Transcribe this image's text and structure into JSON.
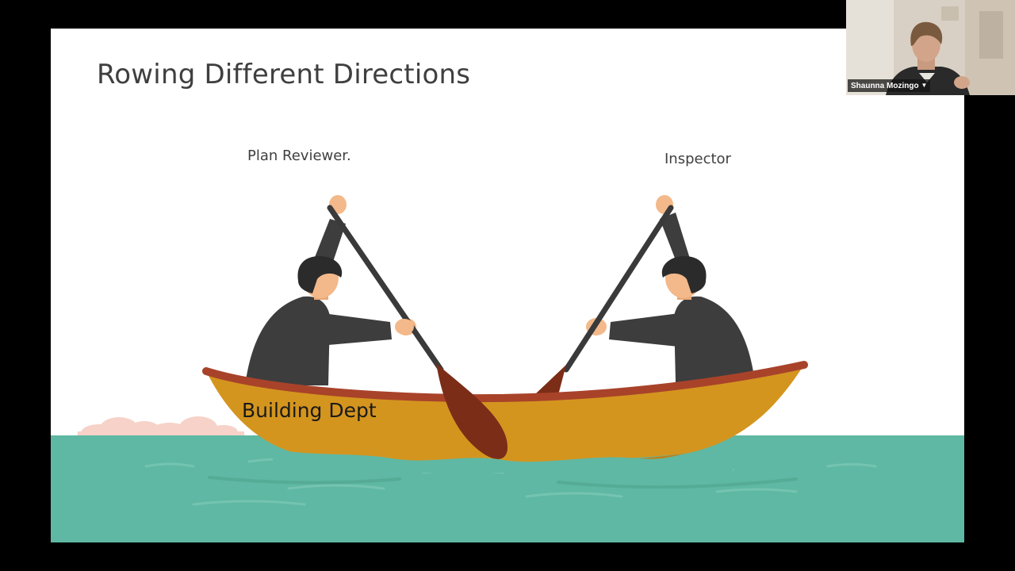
{
  "slide": {
    "title": "Rowing Different Directions",
    "left_role": "Plan Reviewer.",
    "right_role": "Inspector",
    "boat_label": "Building Dept"
  },
  "video": {
    "participant_name": "Shaunna Mozingo",
    "menu_icon": "chevron-down-icon"
  },
  "colors": {
    "background": "#000000",
    "slide": "#ffffff",
    "water": "#5fb8a3",
    "boat_hull": "#d4951f",
    "boat_rim": "#a8432a",
    "oar": "#7c2d17",
    "suit": "#3d3d3d",
    "hair": "#2b2b2b",
    "skin": "#f3b98a"
  }
}
